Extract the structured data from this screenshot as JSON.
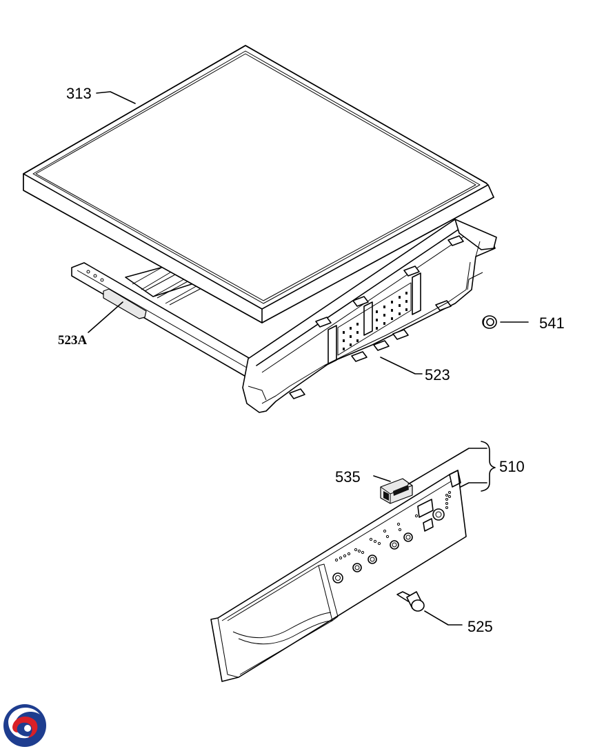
{
  "parts": [
    {
      "id": "p313",
      "label": "313"
    },
    {
      "id": "p523a",
      "label": "523A"
    },
    {
      "id": "p523",
      "label": "523"
    },
    {
      "id": "p541",
      "label": "541"
    },
    {
      "id": "p535",
      "label": "535"
    },
    {
      "id": "p510",
      "label": "510"
    },
    {
      "id": "p525",
      "label": "525"
    }
  ],
  "logo": {
    "icon": "brand-swirl-icon",
    "colors": [
      "#1e3d8f",
      "#d92027"
    ]
  }
}
